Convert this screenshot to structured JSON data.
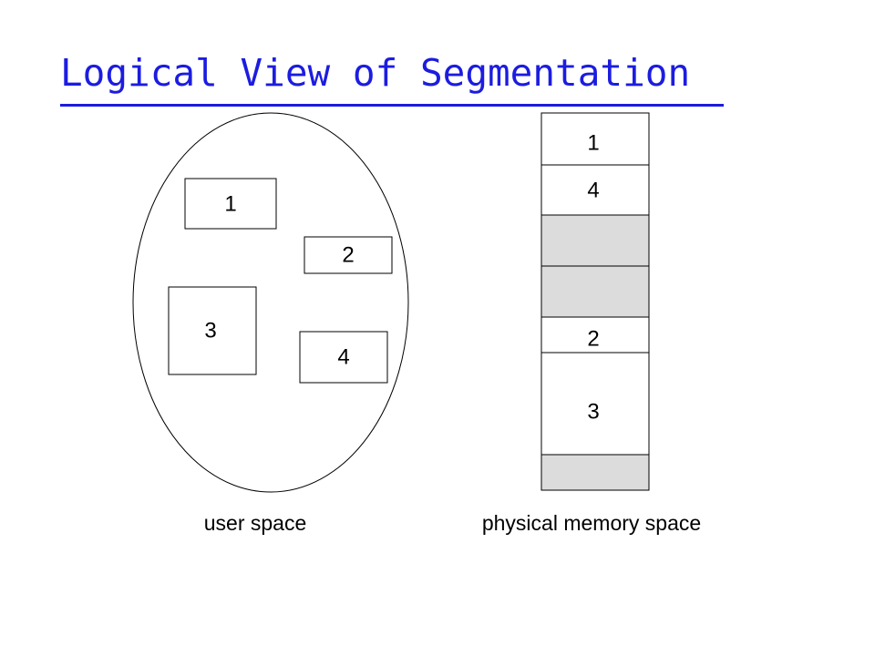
{
  "title": "Logical View of Segmentation",
  "title_color": "#1c1ce0",
  "user_space": {
    "caption": "user space",
    "segments": [
      {
        "label": "1"
      },
      {
        "label": "2"
      },
      {
        "label": "3"
      },
      {
        "label": "4"
      }
    ]
  },
  "physical_memory": {
    "caption": "physical memory space",
    "free_color": "#dcdcdc",
    "blocks": [
      {
        "label": "1",
        "free": false
      },
      {
        "label": "4",
        "free": false
      },
      {
        "label": "",
        "free": true
      },
      {
        "label": "",
        "free": true
      },
      {
        "label": "2",
        "free": false
      },
      {
        "label": "3",
        "free": false
      },
      {
        "label": "",
        "free": true
      }
    ]
  }
}
